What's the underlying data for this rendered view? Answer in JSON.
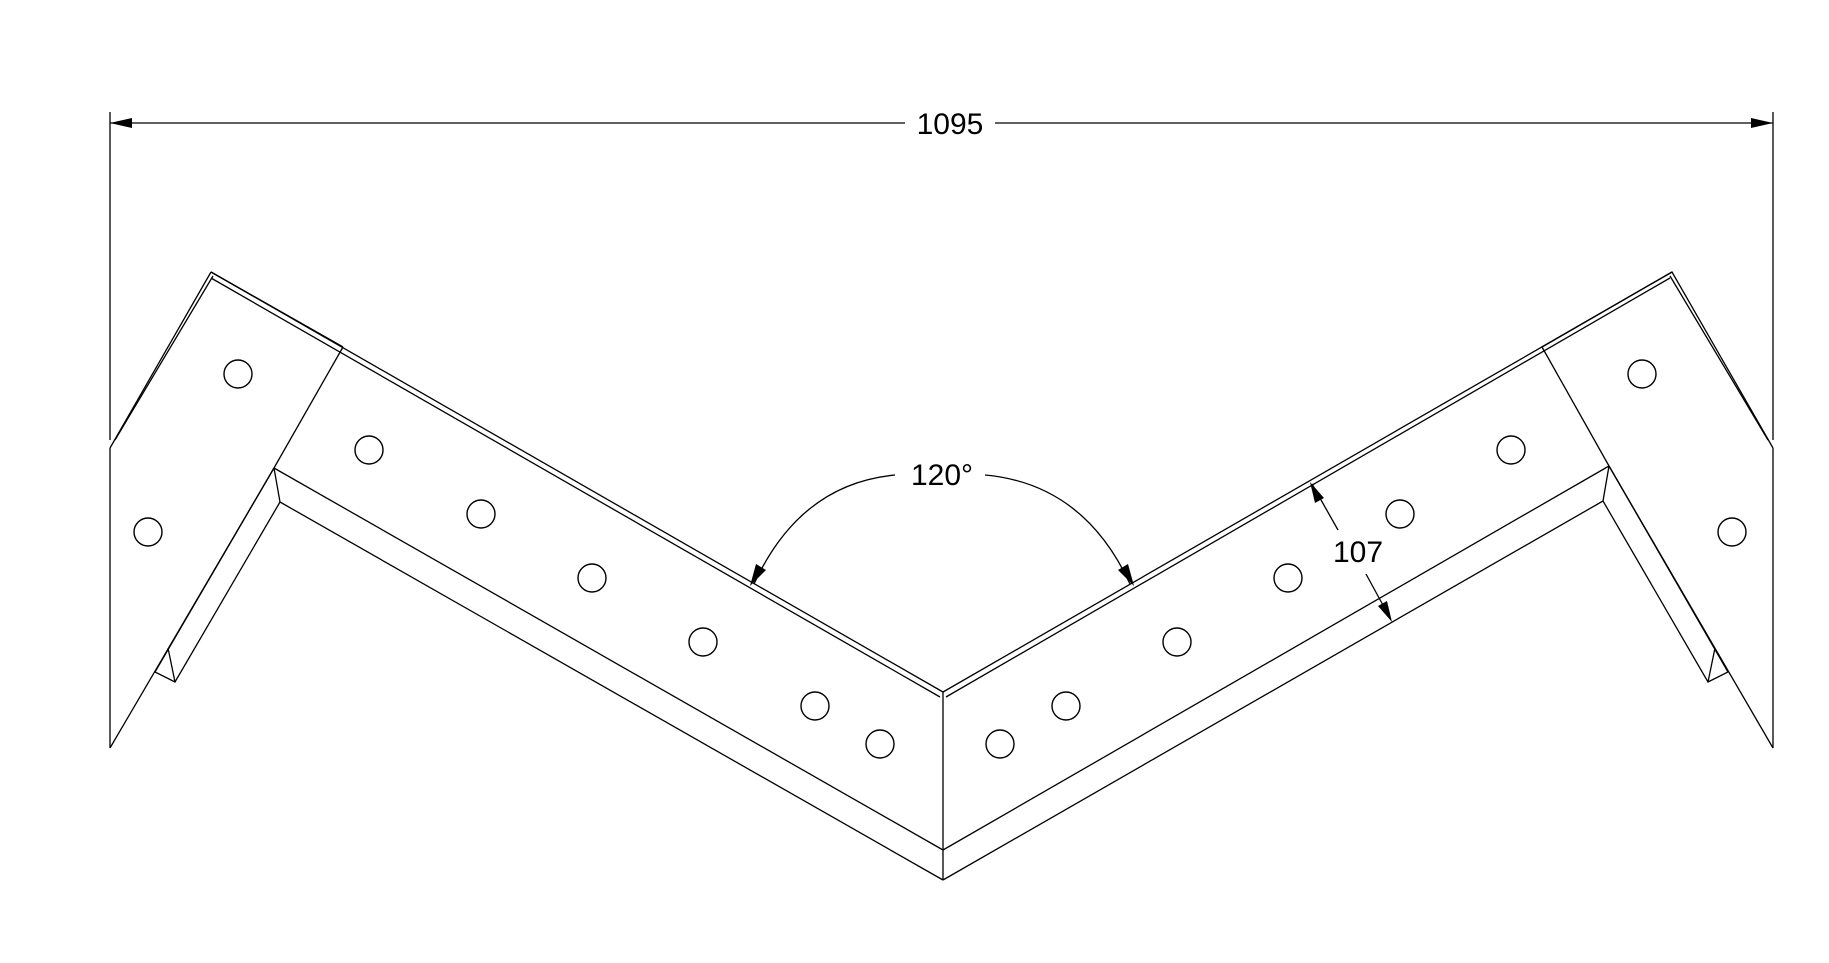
{
  "drawing": {
    "line_color": "#000000",
    "background": "#ffffff",
    "dimensions": {
      "overall_width": "1095",
      "bend_angle": "120°",
      "flange_width": "107"
    }
  }
}
